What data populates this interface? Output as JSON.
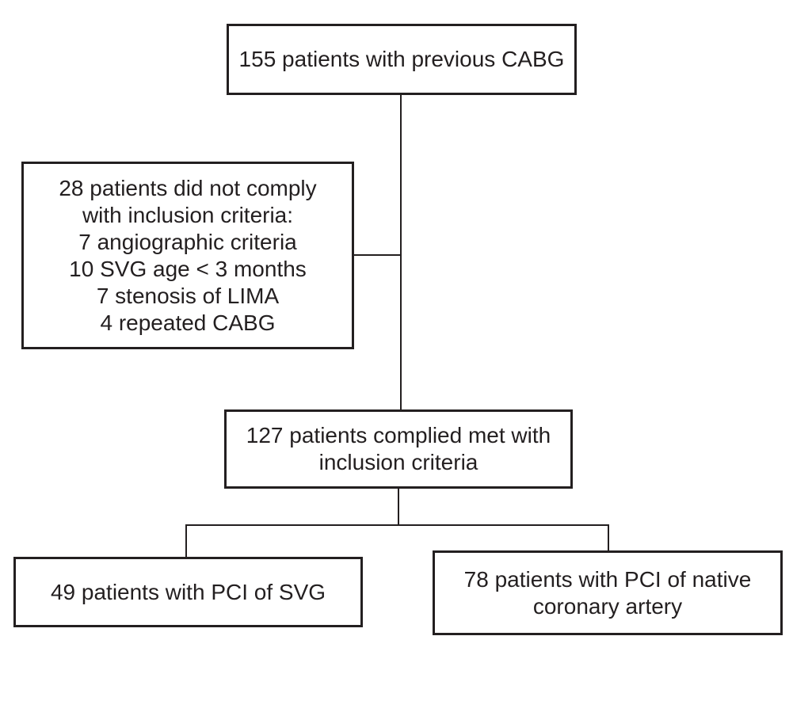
{
  "diagram": {
    "type": "flowchart",
    "description": "Patient enrollment flow diagram for PCI study after previous CABG",
    "colors": {
      "background": "#ffffff",
      "box_border": "#231f20",
      "text": "#231f20",
      "connector_line": "#231f20"
    },
    "nodes": {
      "top": {
        "text": "155 patients with previous CABG"
      },
      "exclusion": {
        "lines": [
          "28 patients did not comply",
          "with inclusion criteria:",
          "7 angiographic criteria",
          "10 SVG age < 3 months",
          "7 stenosis of LIMA",
          "4 repeated CABG"
        ]
      },
      "middle": {
        "lines": [
          "127 patients complied met with",
          "inclusion criteria"
        ]
      },
      "bottom_left": {
        "text": "49 patients with PCI of SVG"
      },
      "bottom_right": {
        "lines": [
          "78 patients with PCI of native",
          "coronary artery"
        ]
      }
    }
  }
}
